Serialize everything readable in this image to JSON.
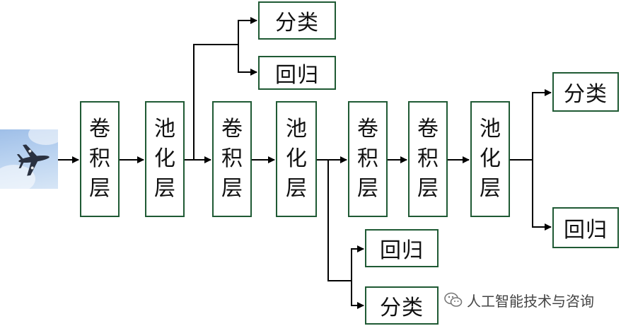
{
  "input": {
    "icon": "airplane-photo"
  },
  "layers": {
    "conv1": [
      "卷",
      "积",
      "层"
    ],
    "pool1": [
      "池",
      "化",
      "层"
    ],
    "conv2": [
      "卷",
      "积",
      "层"
    ],
    "pool2": [
      "池",
      "化",
      "层"
    ],
    "conv3": [
      "卷",
      "积",
      "层"
    ],
    "conv4": [
      "卷",
      "积",
      "层"
    ],
    "pool3": [
      "池",
      "化",
      "层"
    ]
  },
  "branch1": {
    "classify": "分类",
    "regress": "回归"
  },
  "branch2": {
    "regress": "回归",
    "classify": "分类"
  },
  "branch3": {
    "classify": "分类",
    "regress": "回归"
  },
  "watermark": {
    "text": "人工智能技术与咨询",
    "icon": "wechat-icon"
  },
  "colors": {
    "box_border": "#1f5a34",
    "arrow": "#000000"
  }
}
